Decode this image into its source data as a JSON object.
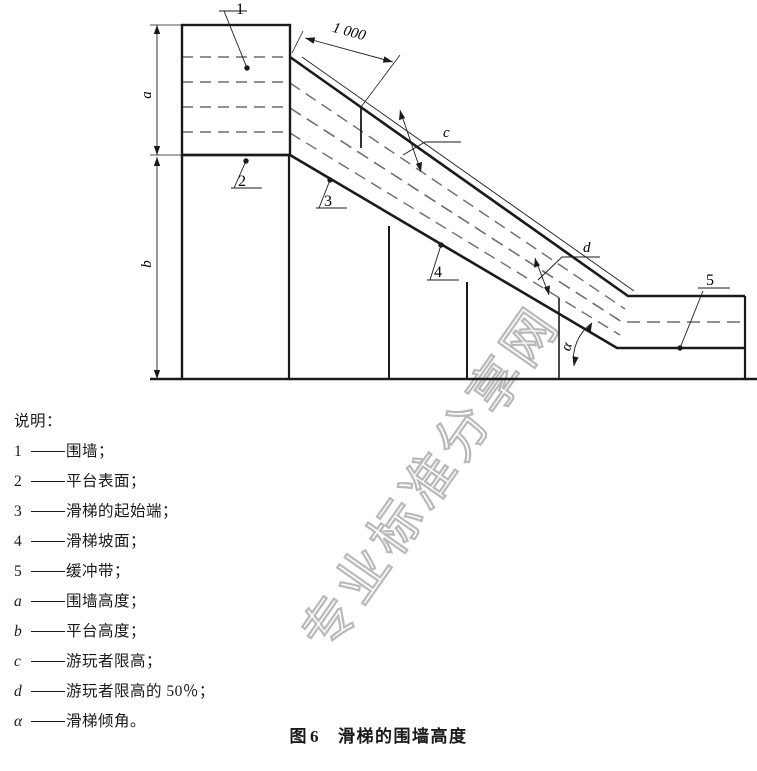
{
  "figure": {
    "caption_label": "图",
    "caption_number": "6",
    "caption_title": "滑梯的围墙高度"
  },
  "watermark": {
    "text": "专业标准分享网"
  },
  "diagram": {
    "type": "technical-drawing",
    "subject": "滑梯的围墙高度",
    "dimension_labels": [
      {
        "id": "slope-length",
        "text": "1 000",
        "style": "upright-number",
        "meaning": "slope top run dimension"
      },
      {
        "id": "a",
        "text": "a",
        "style": "italic",
        "meaning": "围墙高度"
      },
      {
        "id": "b",
        "text": "b",
        "style": "italic",
        "meaning": "平台高度"
      },
      {
        "id": "c",
        "text": "c",
        "style": "italic",
        "meaning": "游玩者限高"
      },
      {
        "id": "d",
        "text": "d",
        "style": "italic",
        "meaning": "游玩者限高的 50%"
      },
      {
        "id": "alpha",
        "text": "α",
        "style": "italic",
        "meaning": "滑梯倾角"
      }
    ],
    "callouts": [
      {
        "id": "1",
        "text": "1",
        "meaning": "围墙"
      },
      {
        "id": "2",
        "text": "2",
        "meaning": "平台表面"
      },
      {
        "id": "3",
        "text": "3",
        "meaning": "滑梯的起始端"
      },
      {
        "id": "4",
        "text": "4",
        "meaning": "滑梯坡面"
      },
      {
        "id": "5",
        "text": "5",
        "meaning": "缓冲带"
      }
    ],
    "stroke_color": "#1a1a1a",
    "dashed_color": "#6d6d6d"
  },
  "legend": {
    "title": "说明：",
    "items": [
      {
        "key": "1",
        "italic": false,
        "text": "围墙；"
      },
      {
        "key": "2",
        "italic": false,
        "text": "平台表面；"
      },
      {
        "key": "3",
        "italic": false,
        "text": "滑梯的起始端；"
      },
      {
        "key": "4",
        "italic": false,
        "text": "滑梯坡面；"
      },
      {
        "key": "5",
        "italic": false,
        "text": "缓冲带；"
      },
      {
        "key": "a",
        "italic": true,
        "text": "围墙高度；"
      },
      {
        "key": "b",
        "italic": true,
        "text": "平台高度；"
      },
      {
        "key": "c",
        "italic": true,
        "text": "游玩者限高；"
      },
      {
        "key": "d",
        "italic": true,
        "text": "游玩者限高的 50％；"
      },
      {
        "key": "α",
        "italic": true,
        "text": "滑梯倾角。"
      }
    ]
  }
}
